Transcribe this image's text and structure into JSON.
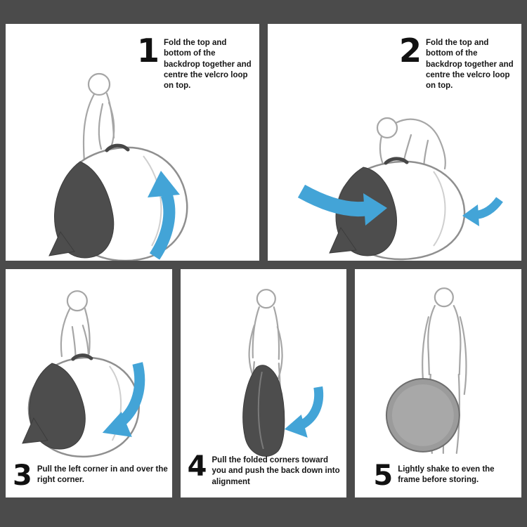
{
  "colors": {
    "background": "#4b4b4b",
    "panel": "#ffffff",
    "arrow": "#43a4d7",
    "backdrop-dark": "#4d4d4d",
    "line-gray": "#a6a6a6",
    "ink": "#161616"
  },
  "steps": [
    {
      "number": "1",
      "caption": "Fold the top and bottom of the backdrop together and centre the velcro loop on top."
    },
    {
      "number": "2",
      "caption": "Fold the top and bottom of the backdrop together and centre the velcro loop on top."
    },
    {
      "number": "3",
      "caption": "Pull the left corner in and over the right corner."
    },
    {
      "number": "4",
      "caption": "Pull the folded corners toward you and push the back down into alignment"
    },
    {
      "number": "5",
      "caption": "Lightly shake to even the frame before storing."
    }
  ]
}
